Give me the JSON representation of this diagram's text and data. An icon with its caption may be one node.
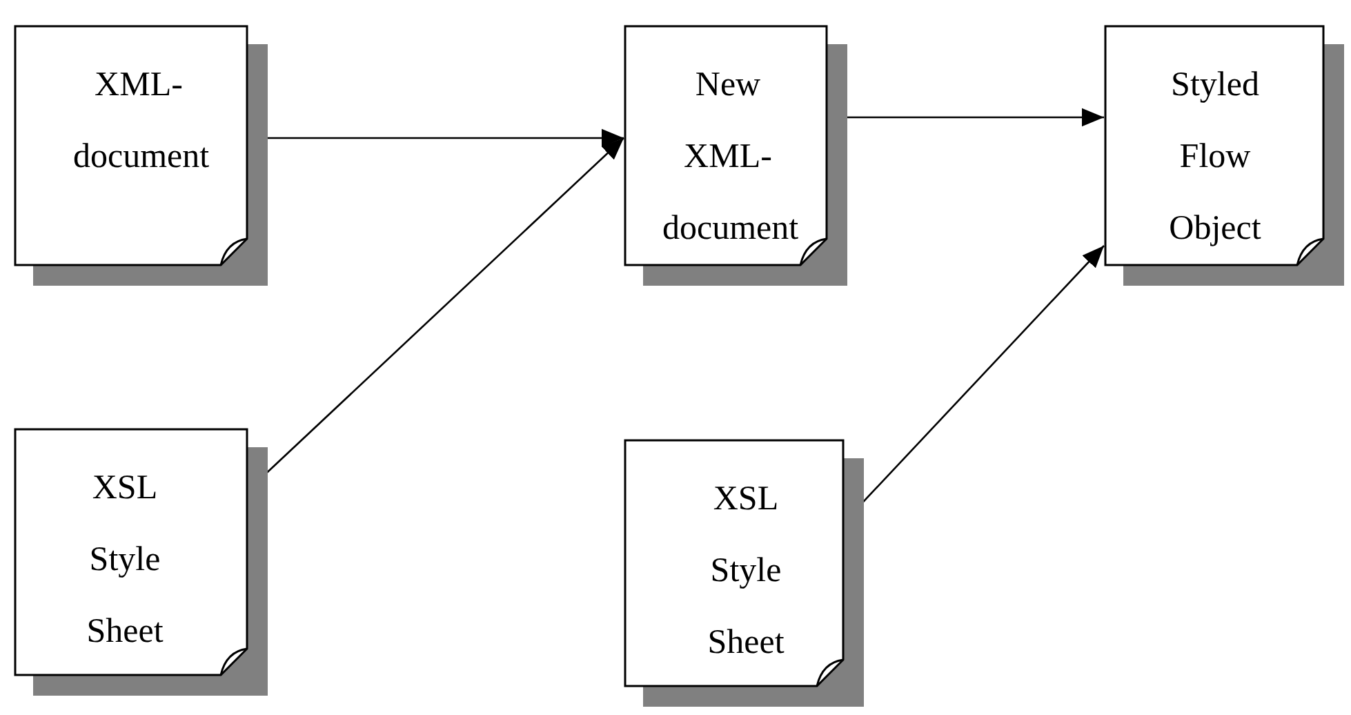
{
  "diagram": {
    "nodes": [
      {
        "text": [
          "XML-document"
        ]
      },
      {
        "text": [
          "XSL Style Sheet"
        ]
      },
      {
        "text": [
          "New XML-document"
        ]
      },
      {
        "text": [
          "Styled Flow Object"
        ]
      },
      {
        "text": [
          "XSL Style Sheet"
        ]
      }
    ],
    "edges": [
      {
        "from": 0,
        "to": 2,
        "arrow": "to"
      },
      {
        "from": 1,
        "to": 2,
        "arrow": "to"
      },
      {
        "from": 2,
        "to": 3,
        "arrow": "to"
      },
      {
        "from": 4,
        "to": 3,
        "arrow": "to"
      }
    ]
  }
}
